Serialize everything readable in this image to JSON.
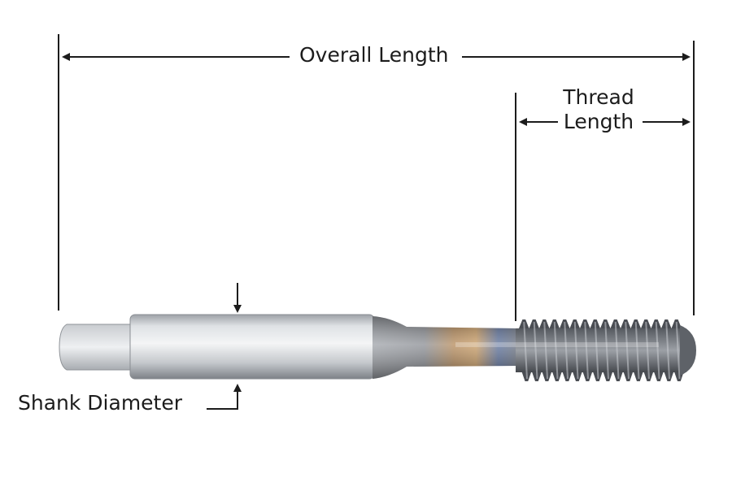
{
  "labels": {
    "overall_length": "Overall Length",
    "thread_length_line1": "Thread",
    "thread_length_line2": "Length",
    "shank_diameter": "Shank Diameter"
  },
  "colors": {
    "ink": "#1c1c1c",
    "background": "#ffffff",
    "steel_light": "#e6e8ea",
    "steel_mid": "#b9bdc2",
    "steel_dark": "#6f7379",
    "coating_bronze": "#b98a55",
    "coating_blue": "#4f6a9c",
    "thread_dark": "#3b3e44"
  },
  "icons": [
    "dimension-arrow",
    "tap-tool-illustration"
  ]
}
